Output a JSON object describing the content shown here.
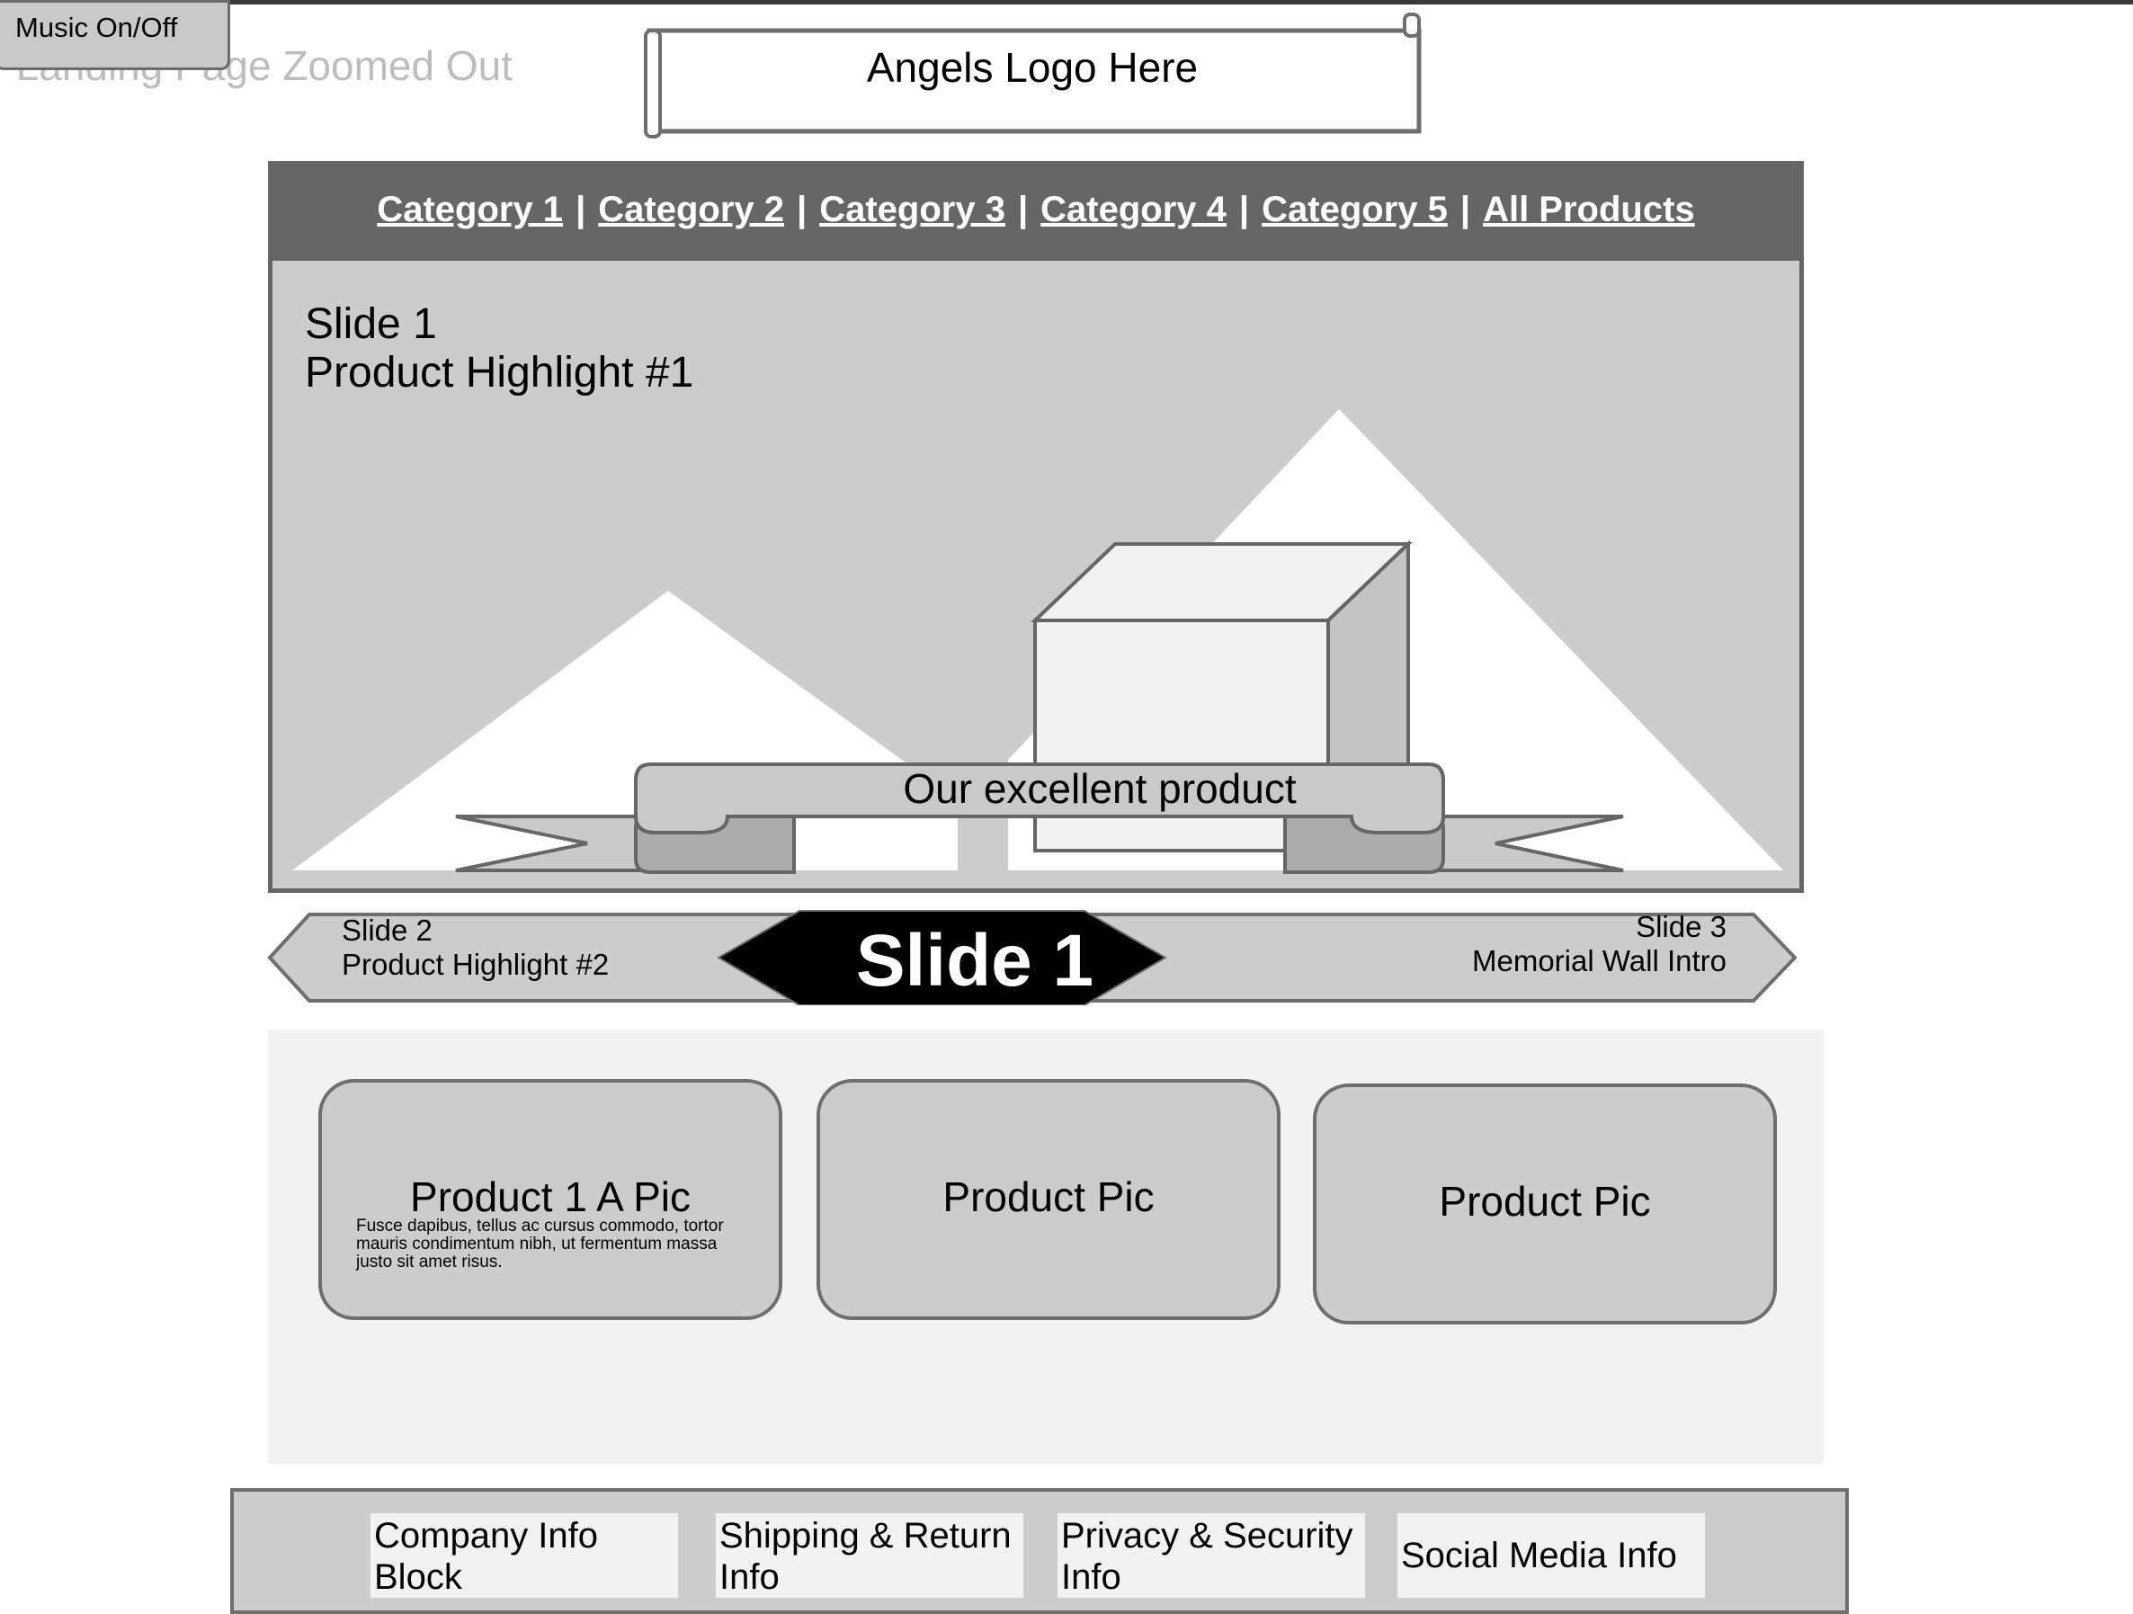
{
  "page": {
    "title_faded": "Landing Page Zoomed Out"
  },
  "controls": {
    "music_toggle": "Music On/Off"
  },
  "logo": {
    "text": "Angels Logo Here"
  },
  "nav": {
    "items": [
      {
        "label": "Category 1"
      },
      {
        "label": "Category 2"
      },
      {
        "label": "Category 3"
      },
      {
        "label": "Category 4"
      },
      {
        "label": "Category 5"
      },
      {
        "label": "All Products"
      }
    ],
    "separator": "|"
  },
  "hero": {
    "slide_label": "Slide 1",
    "headline": "Product Highlight #1",
    "caption": "Our excellent product"
  },
  "slider": {
    "prev": {
      "line1": "Slide 2",
      "line2": "Product Highlight #2"
    },
    "current": "Slide 1",
    "next": {
      "line1": "Slide 3",
      "line2": "Memorial Wall Intro"
    }
  },
  "products": [
    {
      "title": "Product 1 A Pic",
      "description": "Fusce dapibus, tellus ac cursus commodo, tortor mauris condimentum nibh, ut fermentum massa justo sit amet risus."
    },
    {
      "title": "Product Pic"
    },
    {
      "title": "Product Pic"
    }
  ],
  "footer": {
    "blocks": [
      {
        "line1": "Company Info",
        "line2": "Block"
      },
      {
        "line1": "Shipping & Return",
        "line2": "Info"
      },
      {
        "line1": "Privacy & Security",
        "line2": "Info"
      },
      {
        "line1": "Social Media Info",
        "line2": ""
      }
    ]
  }
}
